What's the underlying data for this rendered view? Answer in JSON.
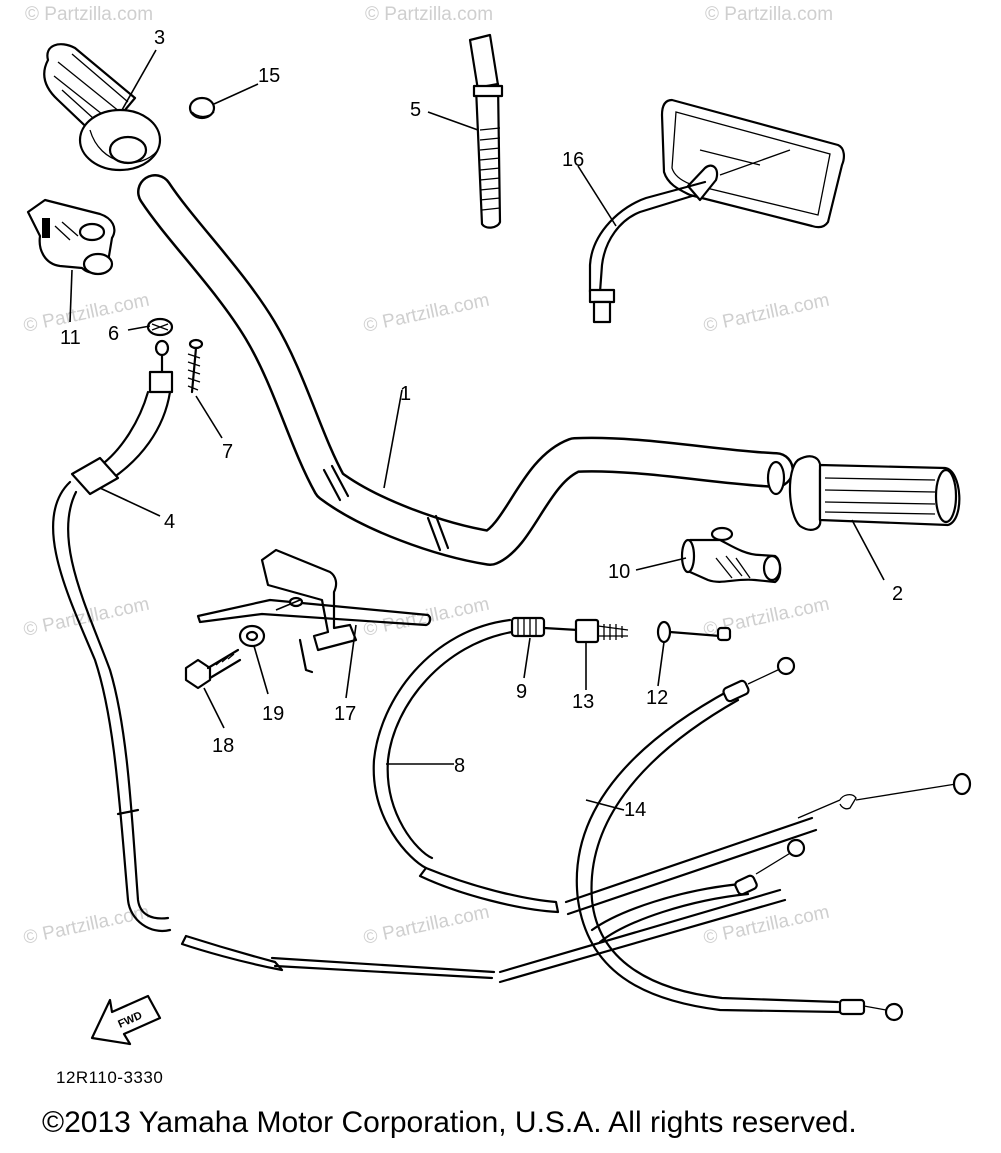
{
  "diagram": {
    "callouts": [
      {
        "id": "c1",
        "text": "1"
      },
      {
        "id": "c2",
        "text": "2"
      },
      {
        "id": "c3",
        "text": "3"
      },
      {
        "id": "c4",
        "text": "4"
      },
      {
        "id": "c5",
        "text": "5"
      },
      {
        "id": "c6",
        "text": "6"
      },
      {
        "id": "c7",
        "text": "7"
      },
      {
        "id": "c8",
        "text": "8"
      },
      {
        "id": "c9",
        "text": "9"
      },
      {
        "id": "c10",
        "text": "10"
      },
      {
        "id": "c11",
        "text": "11"
      },
      {
        "id": "c12",
        "text": "12"
      },
      {
        "id": "c13",
        "text": "13"
      },
      {
        "id": "c14",
        "text": "14"
      },
      {
        "id": "c15",
        "text": "15"
      },
      {
        "id": "c16",
        "text": "16"
      },
      {
        "id": "c17",
        "text": "17"
      },
      {
        "id": "c18",
        "text": "18"
      },
      {
        "id": "c19",
        "text": "19"
      }
    ],
    "fwd_label": "FWD",
    "ref_code": "12R110-3330",
    "copyright": "©2013  Yamaha Motor Corporation, U.S.A. All rights reserved.",
    "watermark": "© Partzilla.com"
  }
}
